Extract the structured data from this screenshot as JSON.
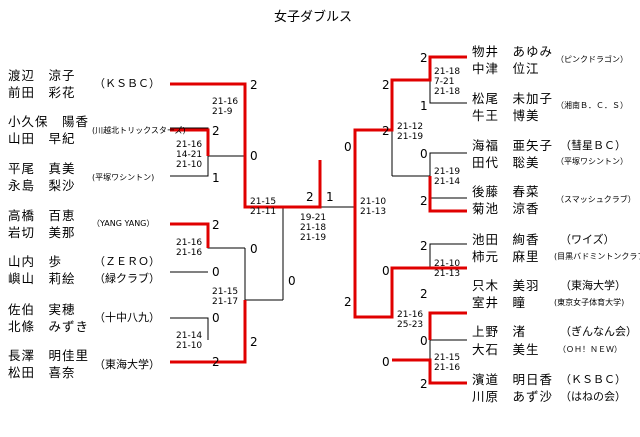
{
  "title": "女子ダブルス",
  "colors": {
    "win": "#e00000",
    "line": "#000000"
  },
  "left": {
    "entries": [
      {
        "p1": "渡辺　涼子",
        "p2": "前田　彩花",
        "club": "（ＫＳＢＣ）"
      },
      {
        "p1": "小久保　陽香",
        "p2": "山田　早紀",
        "club": "(川越北トリックスターズ)"
      },
      {
        "p1": "平尾　真美",
        "p2": "永島　梨沙",
        "club": "(平塚ワシントン)"
      },
      {
        "p1": "高橋　百恵",
        "p2": "岩切　美那",
        "club": "（YANG YANG）"
      },
      {
        "p1": "山内　歩",
        "p2": "",
        "club": "（ＺＥＲＯ）"
      },
      {
        "p1": "",
        "p2": "嶼山　莉絵",
        "club": "（緑クラブ）"
      },
      {
        "p1": "佐伯　実穂",
        "p2": "北條　みずき",
        "club": "（十中八九）"
      },
      {
        "p1": "長澤　明佳里",
        "p2": "松田　喜奈",
        "club": "（東海大学）"
      }
    ],
    "results": [
      "2",
      "2",
      "0",
      "1",
      "2",
      "0",
      "0",
      "2",
      "2",
      "0",
      "0",
      "2"
    ],
    "scores": [
      "21-16\n21-9",
      "21-16\n14-21\n21-10",
      "21-16\n21-16",
      "21-14\n21-10",
      "21-15\n21-11",
      "21-15\n21-17"
    ]
  },
  "right": {
    "entries": [
      {
        "p1": "物井　あゆみ",
        "p2": "中津　位江",
        "club": "（ピンクドラゴン）"
      },
      {
        "p1": "松尾　未加子",
        "p2": "牛王　博美",
        "club": "（湘南Ｂ．Ｃ．Ｓ）"
      },
      {
        "p1": "海福　亜矢子",
        "p2": "田代　聡美",
        "club": "（彗星ＢＣ）"
      },
      {
        "p1": "",
        "p2": "",
        "club": "（平塚ワシントン）"
      },
      {
        "p1": "後藤　春菜",
        "p2": "菊池　涼香",
        "club": "（スマッシュクラブ）"
      },
      {
        "p1": "池田　絢香",
        "p2": "柿元　麻里",
        "club": "（ワイズ）"
      },
      {
        "p1": "只木　美羽",
        "p2": "室井　瞳",
        "club": "（東海大学）"
      },
      {
        "p1": "上野　渚",
        "p2": "大石　美生",
        "club": "（ぎんなん会）"
      },
      {
        "p1": "濱道　明日香",
        "p2": "川原　あず沙",
        "club": "（ＫＳＢＣ）"
      }
    ],
    "club_extra": [
      "(目黒バドミントンクラブ)",
      "(東京女子体育大学)",
      "（ＯＨ！ＮＥＷ）",
      "（はねの会）"
    ],
    "results": [
      "2",
      "1",
      "0",
      "2",
      "2",
      "0",
      "2",
      "0",
      "0",
      "2",
      "0",
      "2"
    ],
    "scores": [
      "21-18\n7-21\n21-18",
      "21-12\n21-19",
      "21-19\n21-14",
      "21-10\n21-13",
      "21-16\n25-23",
      "21-15\n21-16",
      "21-10\n21-13"
    ]
  },
  "final": {
    "left": "2",
    "right": "1",
    "score": "19-21\n21-18\n21-19"
  }
}
